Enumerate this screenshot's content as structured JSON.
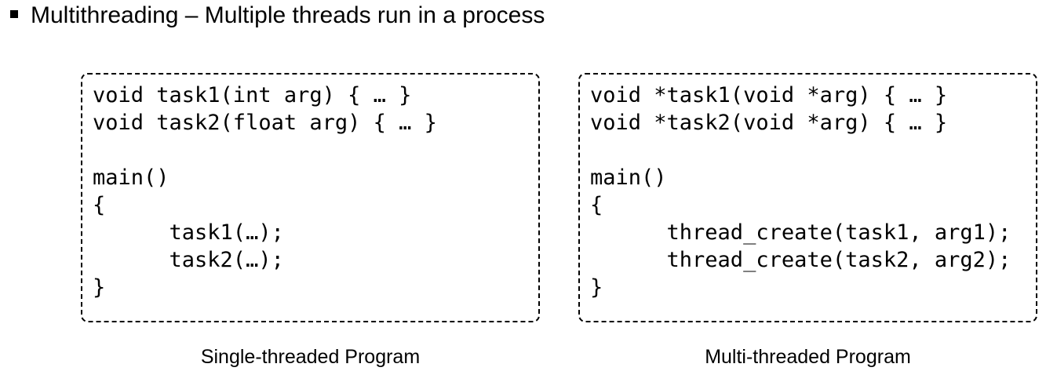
{
  "slide": {
    "title": "Multithreading – Multiple threads run in a process"
  },
  "panels": [
    {
      "caption": "Single-threaded Program",
      "code": "void task1(int arg) { … }\nvoid task2(float arg) { … }\n\nmain()\n{\n      task1(…);\n      task2(…);\n}"
    },
    {
      "caption": "Multi-threaded Program",
      "code": "void *task1(void *arg) { … }\nvoid *task2(void *arg) { … }\n\nmain()\n{\n      thread_create(task1, arg1);\n      thread_create(task2, arg2);\n}"
    }
  ],
  "colors": {
    "text": "#000000",
    "background": "#ffffff",
    "border": "#000000"
  }
}
